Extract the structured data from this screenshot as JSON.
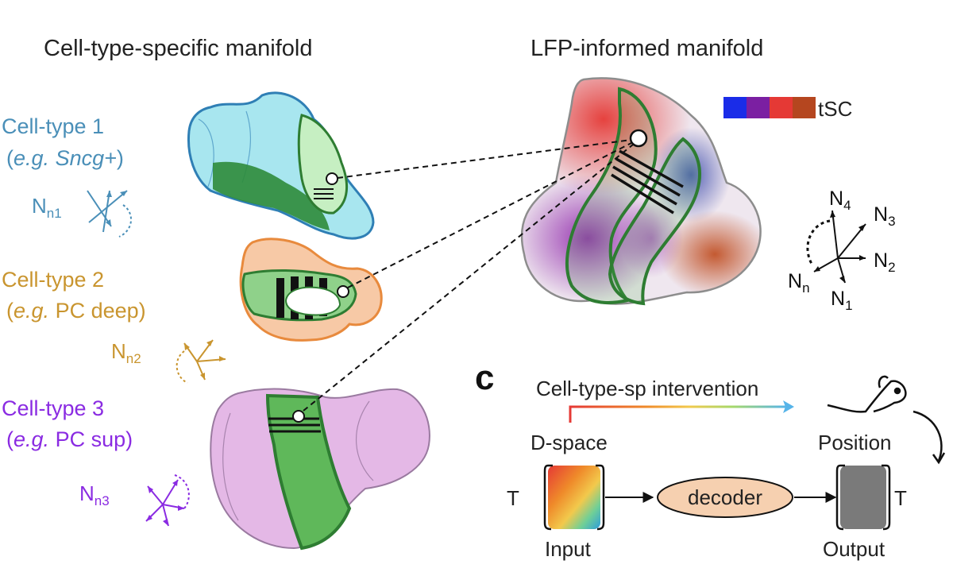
{
  "headings": {
    "left": "Cell-type-specific manifold",
    "right": "LFP-informed manifold"
  },
  "cell_types": [
    {
      "name": "Cell-type 1",
      "eg_prefix": "e.g.",
      "eg_value": "Sncg+",
      "vector_label": "N",
      "vector_sub": "n1",
      "color": "#4a8fb8"
    },
    {
      "name": "Cell-type 2",
      "eg_prefix": "e.g.",
      "eg_value": "PC deep",
      "vector_label": "N",
      "vector_sub": "n2",
      "color": "#c9952f"
    },
    {
      "name": "Cell-type 3",
      "eg_prefix": "e.g.",
      "eg_value": "PC sup",
      "vector_label": "N",
      "vector_sub": "n3",
      "color": "#8a2be2"
    }
  ],
  "colorbar": {
    "label": "tSC",
    "colors": [
      "#1a2ce8",
      "#7b1fa2",
      "#e53935",
      "#b5461f"
    ]
  },
  "neuron_axes": {
    "labels": [
      {
        "base": "N",
        "sub": "4"
      },
      {
        "base": "N",
        "sub": "3"
      },
      {
        "base": "N",
        "sub": "2"
      },
      {
        "base": "N",
        "sub": "1"
      },
      {
        "base": "N",
        "sub": "n"
      }
    ]
  },
  "panel_c": {
    "letter": "c",
    "intervention": "Cell-type-sp intervention",
    "dspace": "D-space",
    "position": "Position",
    "time_left": "T",
    "time_right": "T",
    "decoder": "decoder",
    "input": "Input",
    "output": "Output"
  },
  "colors": {
    "manifold_green": "#2e7d32",
    "cyan_fill": "#a8e6ef",
    "orange_fill": "#f7c9a6",
    "lilac_fill": "#e4b8e6",
    "decoder_fill": "#f6d0b0",
    "output_fill": "#7a7a7a"
  }
}
